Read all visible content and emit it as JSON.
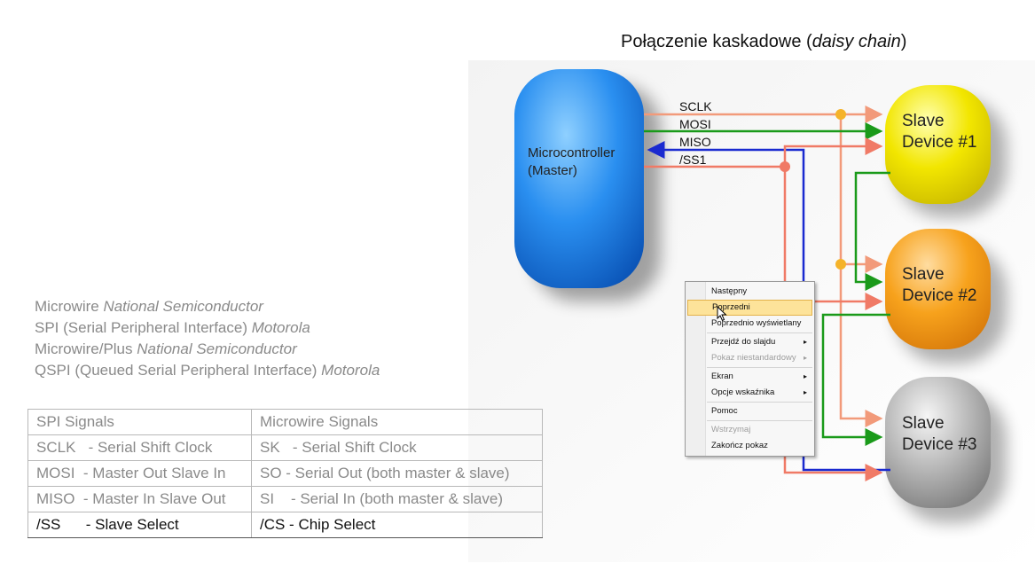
{
  "title": {
    "main": "Połączenie kaskadowe (",
    "italic": "daisy chain",
    "close": ")"
  },
  "diagram": {
    "master_lines": [
      "Microcontroller",
      "(Master)"
    ],
    "signals": [
      "SCLK",
      "MOSI",
      "MISO",
      "/SS1"
    ],
    "slaves": [
      {
        "line1": "Slave",
        "line2": "Device #1"
      },
      {
        "line1": "Slave",
        "line2": "Device #2"
      },
      {
        "line1": "Slave",
        "line2": "Device #3"
      }
    ],
    "colors": {
      "master": "#2a8ff0",
      "slave1": "#f2e600",
      "slave2": "#f7a21c",
      "slave3": "#a8a8a8",
      "sclk": "#f29a7a",
      "mosi": "#1a9a1a",
      "miso": "#1a2ad0",
      "ss": "#f07a66"
    }
  },
  "protocols": [
    {
      "name": "Microwire ",
      "vendor": "National Semiconductor"
    },
    {
      "name": "SPI (Serial Peripheral Interface) ",
      "vendor": "Motorola"
    },
    {
      "name": "Microwire/Plus ",
      "vendor": "National Semiconductor"
    },
    {
      "name": "QSPI (Queued Serial Peripheral Interface) ",
      "vendor": "Motorola"
    }
  ],
  "table": {
    "headers": [
      "SPI Signals",
      "Microwire Signals"
    ],
    "rows": [
      [
        "SCLK   - Serial Shift Clock",
        "SK   - Serial Shift Clock"
      ],
      [
        "MOSI  - Master Out Slave In",
        "SO   - Serial Out (both master & slave)"
      ],
      [
        "MISO  - Master In Slave Out",
        "SI    - Serial In (both master & slave)"
      ],
      [
        "/SS      - Slave Select",
        "/CS - Chip Select"
      ]
    ]
  },
  "context_menu": {
    "items": [
      {
        "label": "Następny"
      },
      {
        "label": "Poprzedni"
      },
      {
        "label": "Poprzednio wyświetlany"
      },
      {
        "label": "Przejdź do slajdu"
      },
      {
        "label": "Pokaz niestandardowy"
      },
      {
        "label": "Ekran"
      },
      {
        "label": "Opcje wskaźnika"
      },
      {
        "label": "Pomoc"
      },
      {
        "label": "Wstrzymaj"
      },
      {
        "label": "Zakończ pokaz"
      }
    ],
    "arrow": "▸"
  }
}
